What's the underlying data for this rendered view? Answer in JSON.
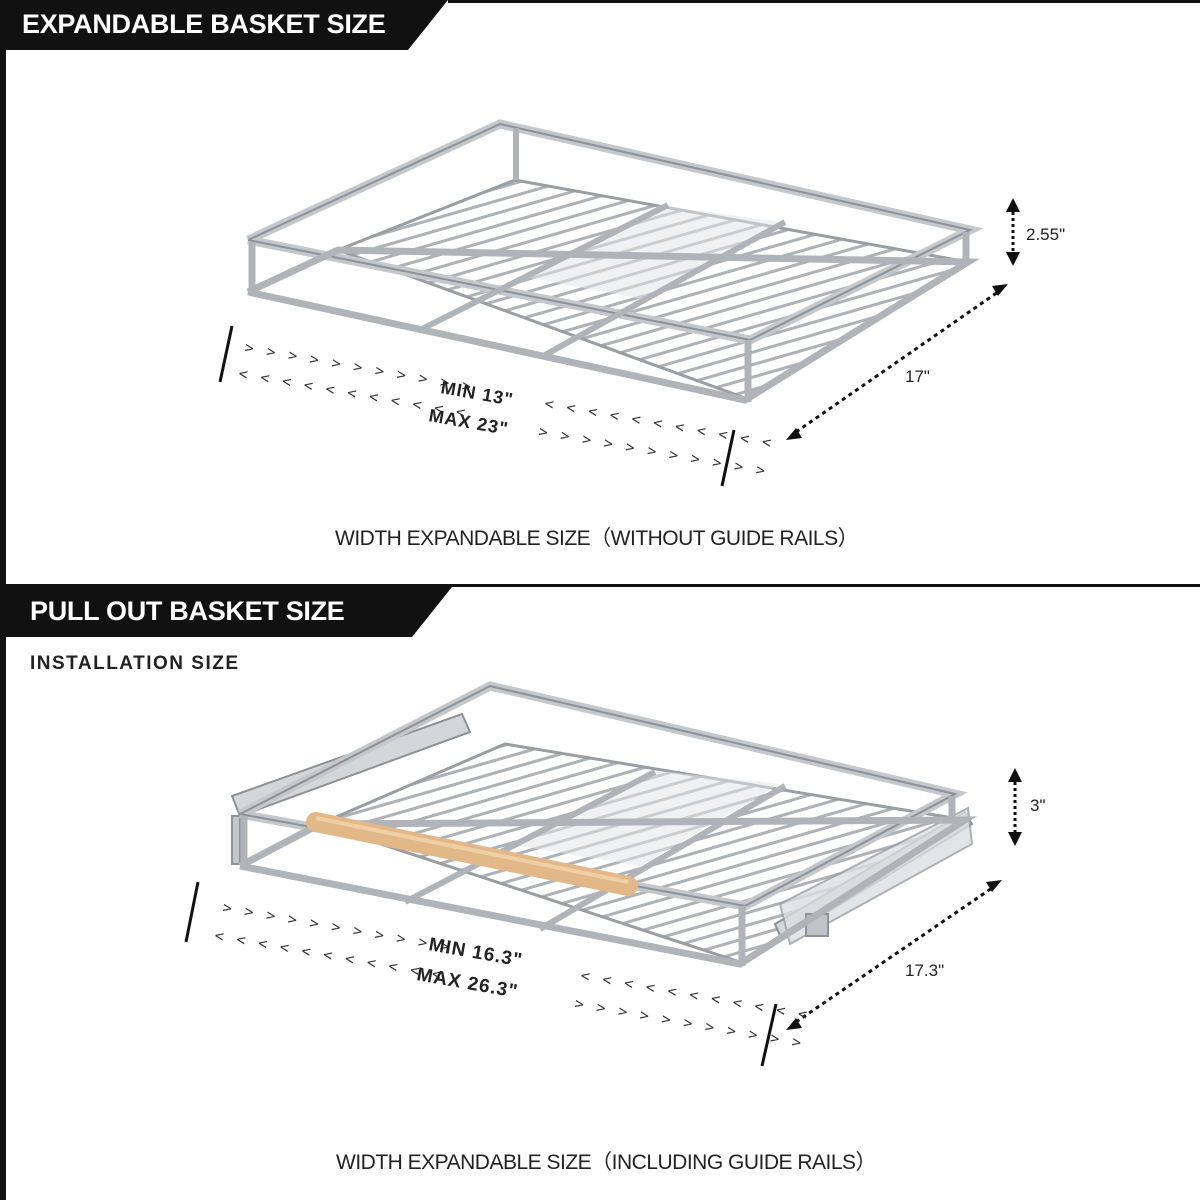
{
  "section1": {
    "banner": "EXPANDABLE BASKET SIZE",
    "width_min": "MIN 13\"",
    "width_max": "MAX 23\"",
    "depth": "17\"",
    "height": "2.55\"",
    "caption": "WIDTH EXPANDABLE SIZE（WITHOUT GUIDE RAILS）",
    "chevrons_right": "> > > > > > > > > > >",
    "chevrons_left": "< < < < < < < < < < <"
  },
  "section2": {
    "banner": "PULL OUT BASKET SIZE",
    "subtitle": "INSTALLATION SIZE",
    "width_min": "MIN 16.3\"",
    "width_max": "MAX 26.3\"",
    "depth": "17.3\"",
    "height": "3\"",
    "caption": "WIDTH EXPANDABLE SIZE（INCLUDING GUIDE RAILS）",
    "chevrons_right": "> > > > > > > > > > >",
    "chevrons_left": "< < < < < < < < < < <"
  },
  "colors": {
    "wire": "#b8bcc0",
    "wire_dark": "#8e9296",
    "wood": "#e3b888",
    "banner": "#111111"
  }
}
